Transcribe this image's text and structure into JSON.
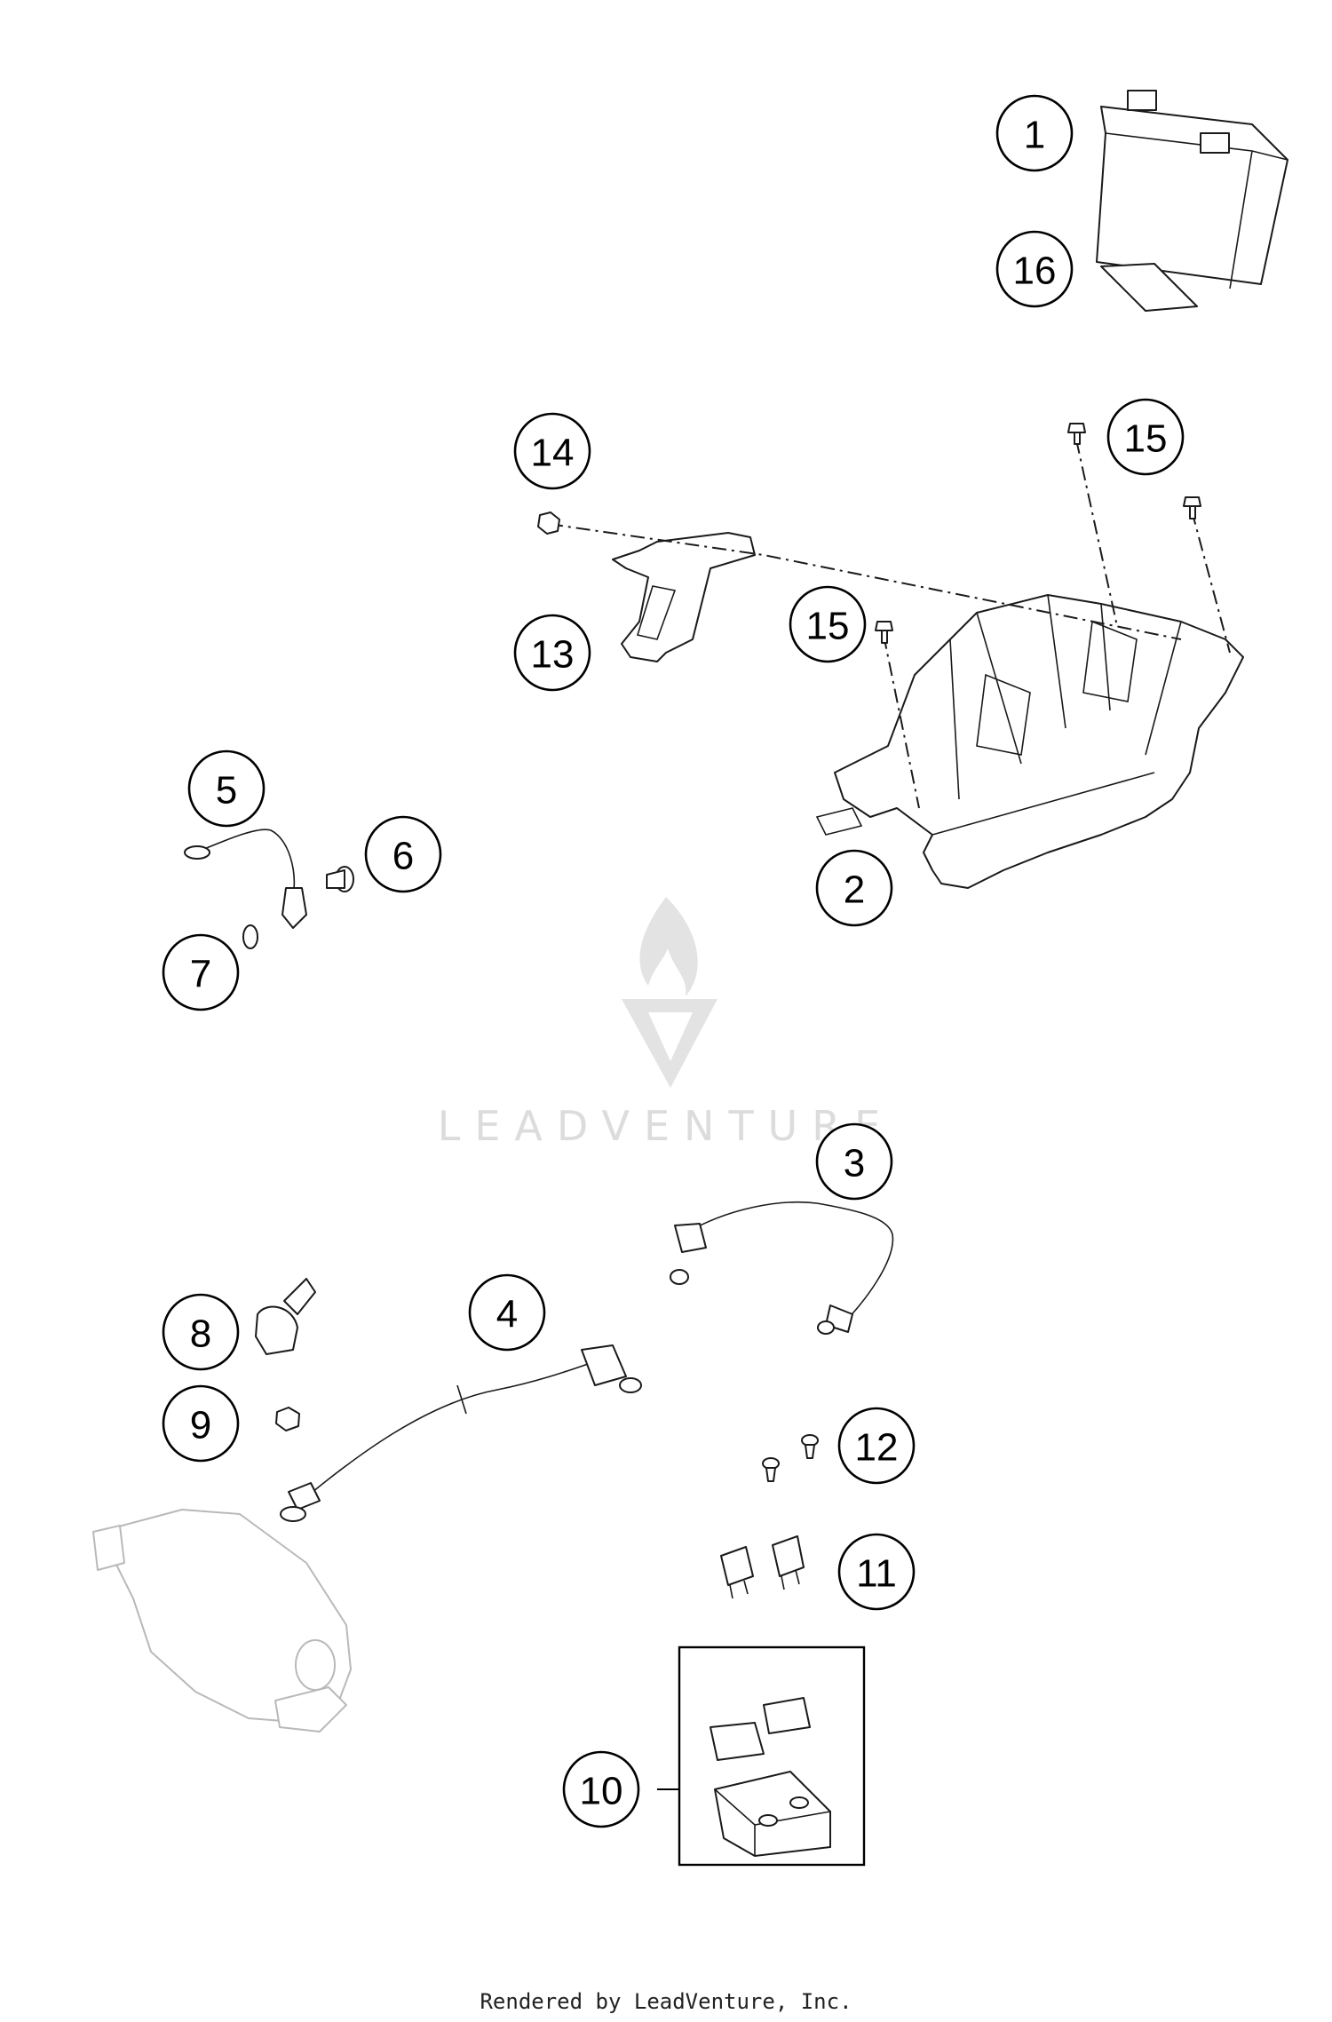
{
  "callouts": [
    {
      "id": "1",
      "label": "1"
    },
    {
      "id": "2",
      "label": "2"
    },
    {
      "id": "3",
      "label": "3"
    },
    {
      "id": "4",
      "label": "4"
    },
    {
      "id": "5",
      "label": "5"
    },
    {
      "id": "6",
      "label": "6"
    },
    {
      "id": "7",
      "label": "7"
    },
    {
      "id": "8",
      "label": "8"
    },
    {
      "id": "9",
      "label": "9"
    },
    {
      "id": "10",
      "label": "10"
    },
    {
      "id": "11",
      "label": "11"
    },
    {
      "id": "12",
      "label": "12"
    },
    {
      "id": "13",
      "label": "13"
    },
    {
      "id": "14",
      "label": "14"
    },
    {
      "id": "15a",
      "label": "15"
    },
    {
      "id": "15b",
      "label": "15"
    },
    {
      "id": "16",
      "label": "16"
    }
  ],
  "watermark": {
    "text": "LEADVENTURE"
  },
  "footer": {
    "text": "Rendered by LeadVenture, Inc."
  }
}
